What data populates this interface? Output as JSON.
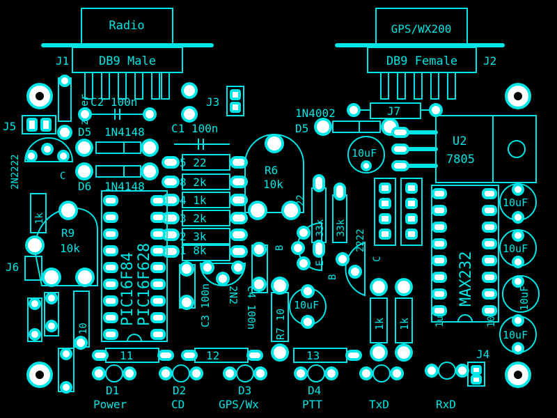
{
  "connectors": {
    "radio": "Radio",
    "gps": "GPS/WX200",
    "db9_male": "DB9 Male",
    "db9_female": "DB9 Female",
    "j1": "J1",
    "j2": "J2",
    "j3": "J3",
    "j4": "J4",
    "j5": "J5",
    "j6": "J6",
    "j7": "J7"
  },
  "components": {
    "c2": "C2 100n",
    "c1": "C1 100n",
    "d5_left": "D5",
    "d5_left_value": "1N4148",
    "d6": "D6",
    "d6_value": "1N4148",
    "d5_right": "D5",
    "d5_right_value": "1N4002",
    "zener": "zener",
    "transistor_left": "2N2222",
    "transistor_left_c": "C",
    "r_22k": "5 22",
    "r_2k_a": "8 2k",
    "r_1k": "4 1k",
    "r_2k_b": "3 2k",
    "r_3k": "2 3k",
    "r_8k": "1 8k",
    "r6": "R6",
    "r6_value": "10k",
    "r9": "R9",
    "r9_value": "10k",
    "r_1k_left": "1k",
    "r_1k_a": "1k",
    "r_1k_b": "1k",
    "r_10_left": "10",
    "r7": "R7 10",
    "r_33k_a": "33k",
    "r_33k_b": "33k",
    "r_22_vert": "22",
    "q_2222_right": "2222",
    "q_e": "E",
    "q_b": "B",
    "q_b2": "B",
    "q_c": "C",
    "pic_a": "PIC16F84",
    "pic_b": "PIC16F628",
    "u2": "U2",
    "u2_value": "7805",
    "max232": "MAX232",
    "cap_10uf_a": "10uF",
    "cap_10uf_b": "10uF",
    "cap_10uf_right_1": "10uF",
    "cap_10uf_right_2": "10uF",
    "cap_10uf_right_3": "10uF",
    "cap_10uf_right_4": "10uF",
    "c3": "C3 100n",
    "c4": "C4 100n",
    "q_2n2_mid": "2N2",
    "r11": "11",
    "r12": "12",
    "r13": "13",
    "right_10": "10",
    "right_1u": "1u"
  },
  "leds": {
    "d1": "D1",
    "d1_label": "Power",
    "d2": "D2",
    "d2_label": "CD",
    "d3": "D3",
    "d3_label": "GPS/Wx",
    "d4": "D4",
    "d4_label": "PTT",
    "txd": "TxD",
    "rxd": "RxD"
  },
  "colors": {
    "silkscreen": "#00e5e5",
    "pad": "#ffffff",
    "board": "#000000"
  }
}
